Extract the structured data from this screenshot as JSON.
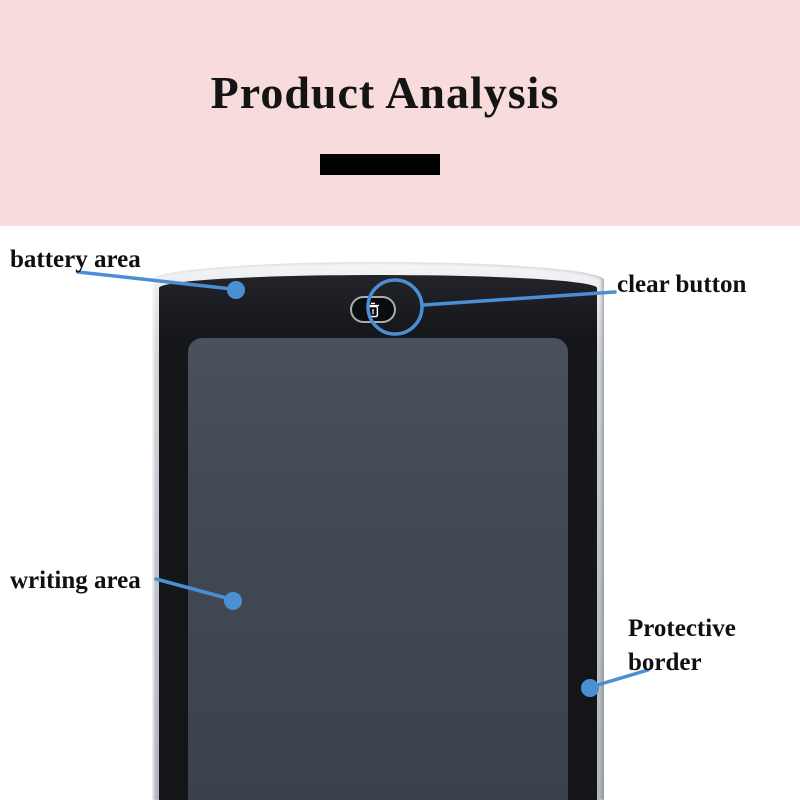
{
  "header": {
    "title": "Product Analysis"
  },
  "annotations": {
    "battery": {
      "label": "battery area"
    },
    "clear": {
      "label": "clear button"
    },
    "writing": {
      "label": "writing area"
    },
    "protective": {
      "label": "Protective border"
    }
  },
  "device": {
    "type": "lcd-writing-tablet",
    "clear_button_icon": "trash-icon"
  },
  "colors": {
    "header_background": "#f8dcdb",
    "accent_blue": "#4a8fd4",
    "title_underline": "#000000",
    "tablet_frame": "#15161a",
    "tablet_screen": "#424955",
    "tablet_border_silver": "#bfc3c8",
    "label_text": "#101010"
  }
}
